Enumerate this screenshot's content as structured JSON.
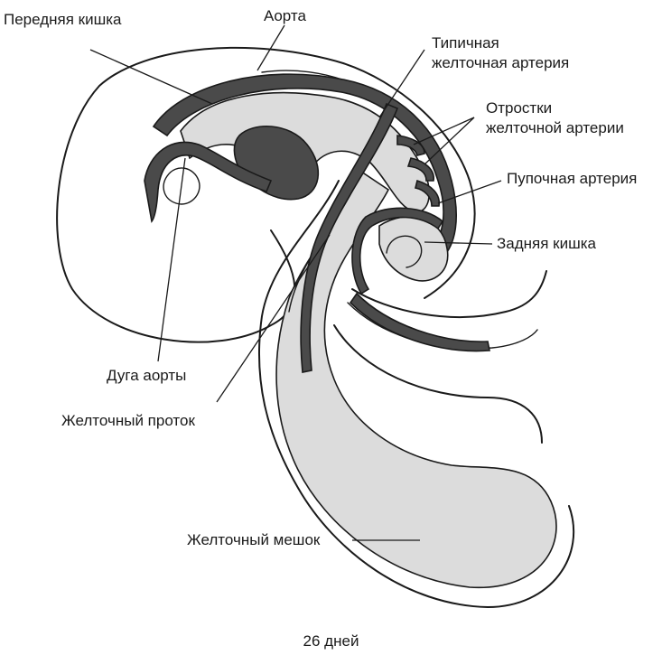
{
  "colors": {
    "ink": "#1a1a1a",
    "dark_vessel": "#4a4a4a",
    "light_tissue": "#dcdcdc",
    "background": "#ffffff"
  },
  "labels": {
    "foregut": "Передняя кишка",
    "aorta": "Аорта",
    "typical_vitelline_artery_line1": "Типичная",
    "typical_vitelline_artery_line2": "желточная артерия",
    "vitelline_branches_line1": "Отростки",
    "vitelline_branches_line2": "желточной артерии",
    "umbilical_artery": "Пупочная артерия",
    "hindgut": "Задняя кишка",
    "aortic_arch": "Дуга аорты",
    "vitelline_duct": "Желточный проток",
    "yolk_sac": "Желточный мешок"
  },
  "caption": "26 дней"
}
